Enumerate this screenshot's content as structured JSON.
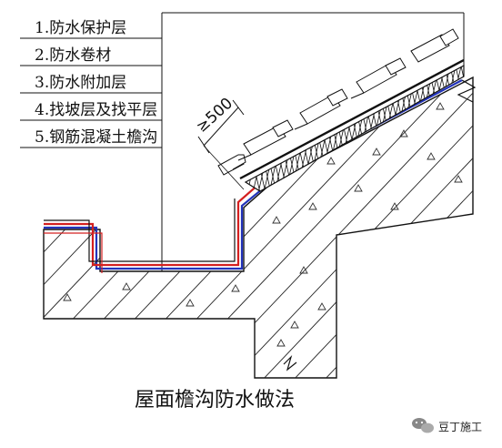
{
  "legend": {
    "items": [
      "1.防水保护层",
      "2.防水卷材",
      "3.防水附加层",
      "4.找坡层及找平层",
      "5.钢筋混凝土檐沟"
    ]
  },
  "dimension": {
    "label": "≥500"
  },
  "caption": "屋面檐沟防水做法",
  "watermark": {
    "label": "豆丁施工",
    "icon": "wechat-icon"
  },
  "colors": {
    "line": "#111111",
    "red_layer": "#d42020",
    "blue_layer": "#2233bb"
  }
}
